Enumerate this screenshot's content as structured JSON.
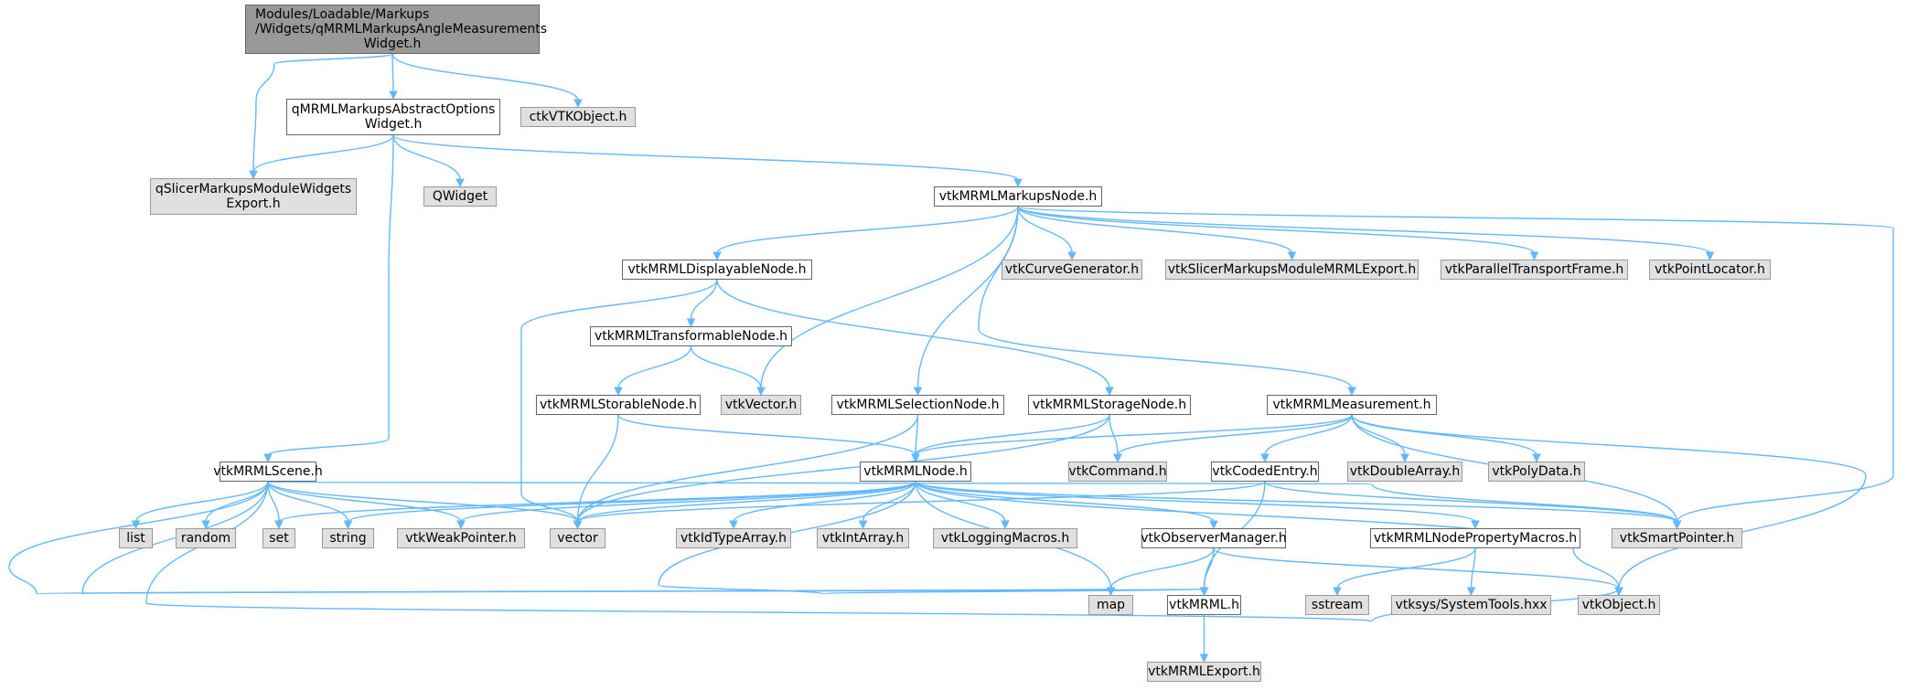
{
  "nodes": {
    "root": [
      "Modules/Loadable/Markups",
      "/Widgets/qMRMLMarkupsAngleMeasurements",
      "Widget.h"
    ],
    "abstract": [
      "qMRMLMarkupsAbstractOptions",
      "Widget.h"
    ],
    "ctkvtk": [
      "ctkVTKObject.h"
    ],
    "qslicer": [
      "qSlicerMarkupsModuleWidgets",
      "Export.h"
    ],
    "qwidget": [
      "QWidget"
    ],
    "markupsnode": [
      "vtkMRMLMarkupsNode.h"
    ],
    "displayable": [
      "vtkMRMLDisplayableNode.h"
    ],
    "curvegen": [
      "vtkCurveGenerator.h"
    ],
    "slicermrmlexport": [
      "vtkSlicerMarkupsModuleMRMLExport.h"
    ],
    "paralleltransport": [
      "vtkParallelTransportFrame.h"
    ],
    "pointlocator": [
      "vtkPointLocator.h"
    ],
    "transformable": [
      "vtkMRMLTransformableNode.h"
    ],
    "storable": [
      "vtkMRMLStorableNode.h"
    ],
    "vtkvector": [
      "vtkVector.h"
    ],
    "selection": [
      "vtkMRMLSelectionNode.h"
    ],
    "storage": [
      "vtkMRMLStorageNode.h"
    ],
    "measurement": [
      "vtkMRMLMeasurement.h"
    ],
    "scene": [
      "vtkMRMLScene.h"
    ],
    "mrmlnode": [
      "vtkMRMLNode.h"
    ],
    "command": [
      "vtkCommand.h"
    ],
    "codedentry": [
      "vtkCodedEntry.h"
    ],
    "doublearray": [
      "vtkDoubleArray.h"
    ],
    "polydata": [
      "vtkPolyData.h"
    ],
    "list": [
      "list"
    ],
    "random": [
      "random"
    ],
    "set": [
      "set"
    ],
    "string": [
      "string"
    ],
    "weakpointer": [
      "vtkWeakPointer.h"
    ],
    "vector": [
      "vector"
    ],
    "idtypearray": [
      "vtkIdTypeArray.h"
    ],
    "intarray": [
      "vtkIntArray.h"
    ],
    "loggingmacros": [
      "vtkLoggingMacros.h"
    ],
    "observermanager": [
      "vtkObserverManager.h"
    ],
    "propertymacros": [
      "vtkMRMLNodePropertyMacros.h"
    ],
    "smartpointer": [
      "vtkSmartPointer.h"
    ],
    "map": [
      "map"
    ],
    "vtkmrml": [
      "vtkMRML.h"
    ],
    "sstream": [
      "sstream"
    ],
    "systemtools": [
      "vtksys/SystemTools.hxx"
    ],
    "vtkobject": [
      "vtkObject.h"
    ],
    "mrmlexport": [
      "vtkMRMLExport.h"
    ]
  },
  "colors": {
    "edge": "#63b8ff",
    "focus_fill": "#999999",
    "local_fill": "#ffffff",
    "external_fill": "#e0e0e0"
  }
}
